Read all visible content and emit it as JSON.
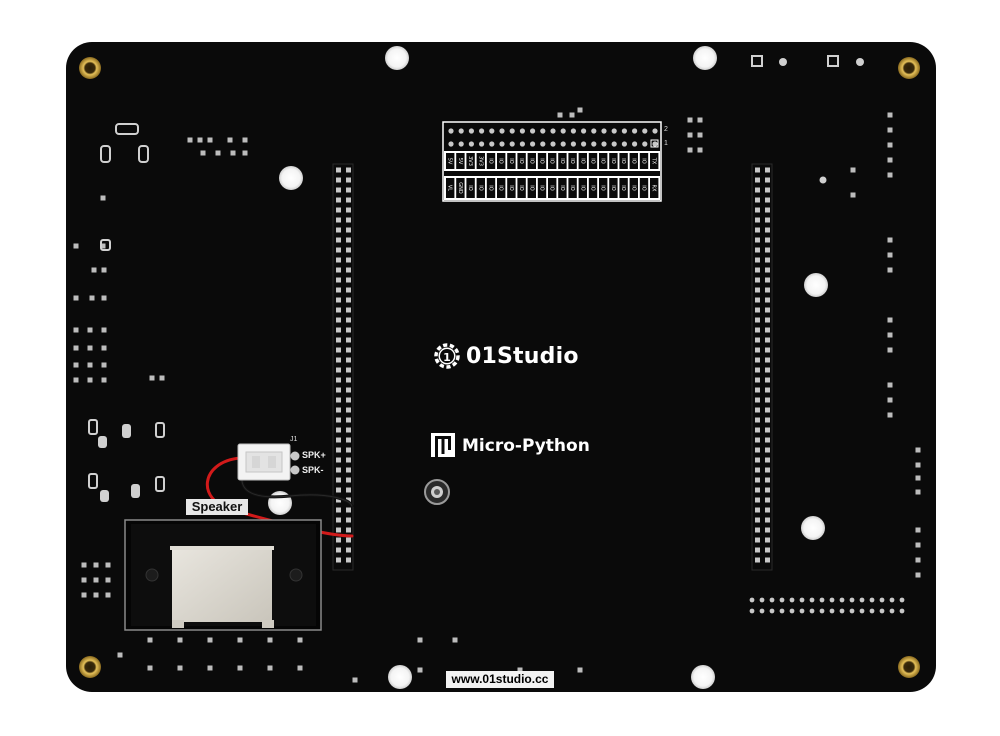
{
  "board": {
    "brand_name": "01Studio",
    "brand_logo_digit": "1",
    "subtitle": "Micro-Python",
    "website": "www.01studio.cc",
    "speaker_label": "Speaker",
    "connector_ref": "J1",
    "connector_pins": [
      "SPK+",
      "SPK-"
    ],
    "header_row_numbers": [
      "2",
      "1"
    ],
    "pin_labels_top": [
      "5V",
      "5V",
      "3V3",
      "3V3",
      "IO",
      "IO",
      "IO",
      "IO",
      "IO",
      "IO",
      "IO",
      "IO",
      "IO",
      "IO",
      "IO",
      "IO",
      "IO",
      "IO",
      "IO",
      "IO",
      "TX"
    ],
    "pin_labels_bottom": [
      "VL",
      "GND",
      "IO",
      "IO",
      "IO",
      "IO",
      "IO",
      "IO",
      "IO",
      "IO",
      "IO",
      "IO",
      "IO",
      "IO",
      "IO",
      "IO",
      "IO",
      "IO",
      "IO",
      "IO",
      "RX"
    ]
  },
  "colors": {
    "pcb": "#0a0a0a",
    "silkscreen": "#ffffff",
    "pad": "#c8c8c8",
    "mount_ring": "#c9a23a",
    "wire_red": "#d21a1a",
    "wire_black": "#111111"
  }
}
